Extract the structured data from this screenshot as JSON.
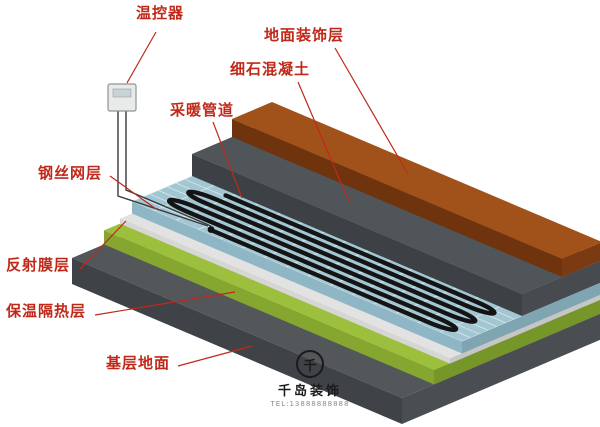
{
  "diagram": {
    "labels": {
      "thermostat": "温控器",
      "floor_decor": "地面装饰层",
      "concrete": "细石混凝土",
      "pipe": "采暖管道",
      "mesh": "钢丝网层",
      "film": "反射膜层",
      "insulation": "保温隔热层",
      "base": "基层地面"
    },
    "colors": {
      "label": "#c0291a",
      "base_top": "#53575a",
      "insulation_top": "#9cbf3e",
      "film_top": "#e2e2e2",
      "mesh_top": "#a3c6d3",
      "concrete_top": "#50555a",
      "decor_top": "#a0521a",
      "pipe": "#141414"
    },
    "watermark": {
      "logo_char": "千",
      "brand": "千岛装饰",
      "phone": "TEL:13888888888"
    }
  }
}
